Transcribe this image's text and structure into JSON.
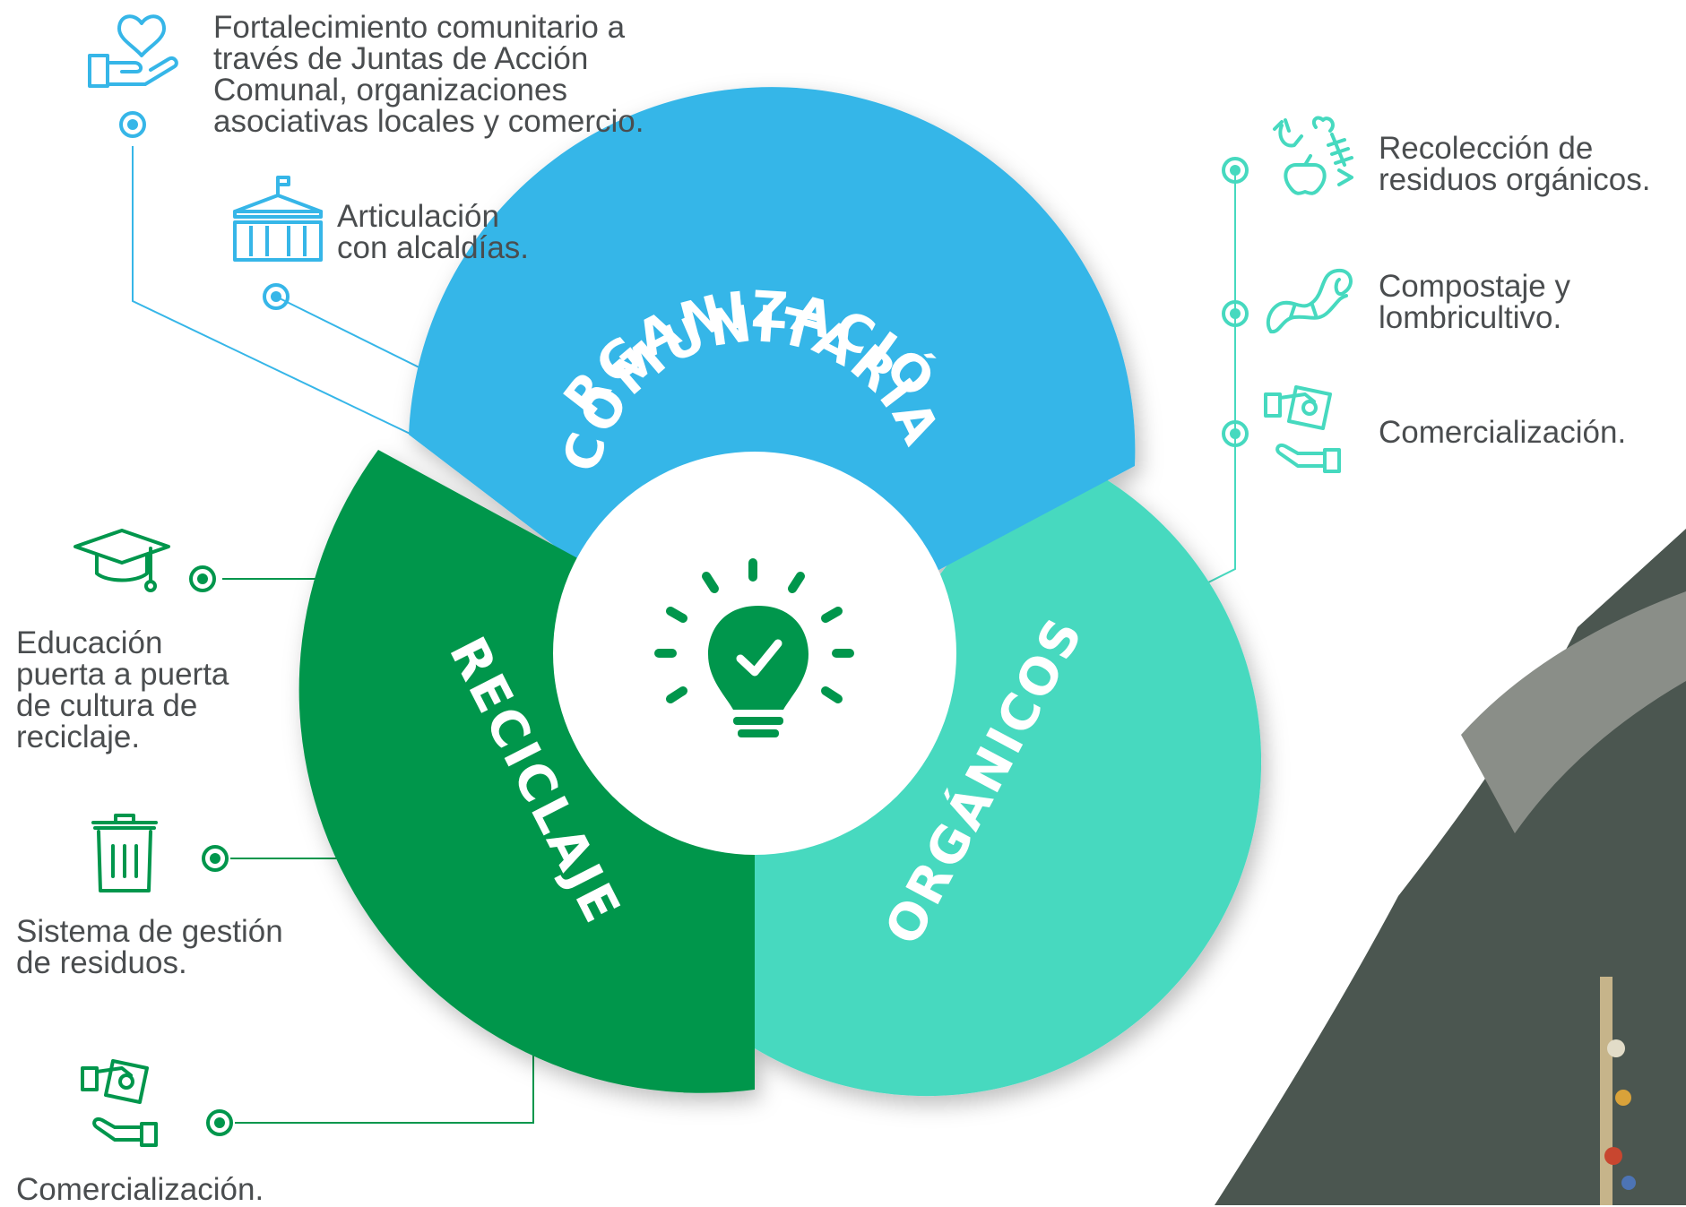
{
  "colors": {
    "community": "#36b6e8",
    "recycling": "#00964c",
    "organic": "#46d9bf",
    "text": "#4a4d4f"
  },
  "segments": {
    "community": "ORGANIZACIÓN COMUNITARIA",
    "community_line1": "ORGANIZACIÓN",
    "community_line2": "COMUNITARIA",
    "recycling": "RECICLAJE",
    "organic": "ORGÁNICOS"
  },
  "center_icon": "lightbulb-check-icon",
  "community_items": [
    {
      "icon": "heart-hand-icon",
      "text": "Fortalecimiento comunitario a\ntravés de Juntas de Acción\nComunal, organizaciones\nasociativas locales y comercio."
    },
    {
      "icon": "city-hall-icon",
      "text": "Articulación\ncon alcaldías."
    }
  ],
  "organic_items": [
    {
      "icon": "organic-waste-icon",
      "text": "Recolección de\nresiduos orgánicos."
    },
    {
      "icon": "worm-icon",
      "text": "Compostaje y\nlombricultivo."
    },
    {
      "icon": "money-exchange-icon",
      "text": "Comercialización."
    }
  ],
  "recycling_items": [
    {
      "icon": "graduation-cap-icon",
      "text": "Educación\npuerta a puerta\nde cultura de\nreciclaje."
    },
    {
      "icon": "trash-bin-icon",
      "text": "Sistema de gestión\nde residuos."
    },
    {
      "icon": "money-exchange-icon",
      "text": "Comercialización."
    }
  ]
}
